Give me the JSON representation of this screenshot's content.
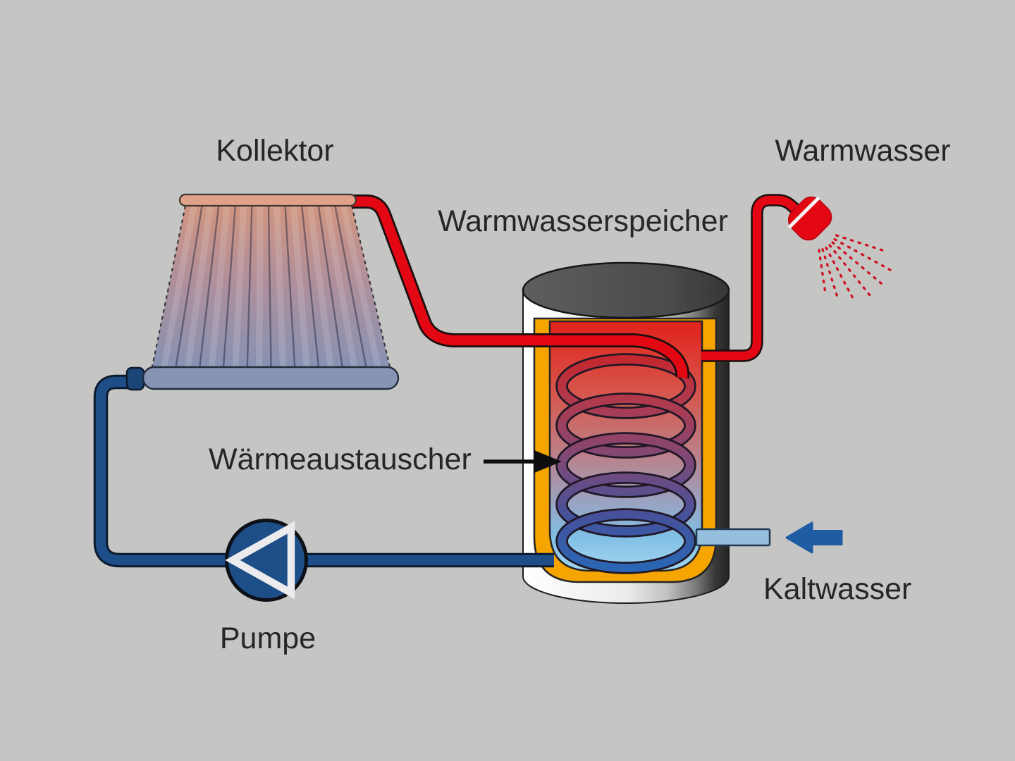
{
  "page": {
    "background": "#c5c5c3"
  },
  "labels": {
    "kollektor": "Kollektor",
    "warmwasserspeicher": "Warmwasserspeicher",
    "warmwasser": "Warmwasser",
    "waermeaustauscher": "Wärmeaustauscher",
    "pumpe": "Pumpe",
    "kaltwasser": "Kaltwasser"
  },
  "colors": {
    "background": "#c5c5c3",
    "label_text": "#262626",
    "hot_red": "#e30613",
    "cold_blue": "#1d4e87",
    "inlet_light_blue": "#96bedd",
    "arrow_blue": "#1e5ca3",
    "insulation_orange": "#f6a400",
    "lid_gray": "#535456",
    "pointer_black": "#0e0e0e"
  }
}
